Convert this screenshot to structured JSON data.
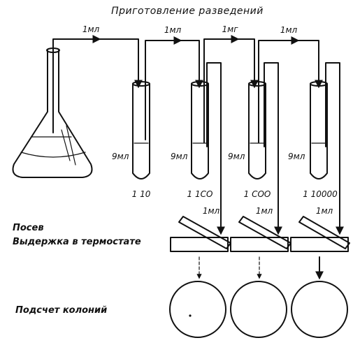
{
  "title": "Приготовление разведений",
  "transfer_labels": [
    "1мл",
    "1мл",
    "1мг",
    "1мл"
  ],
  "tubes": [
    {
      "volume": "9мл",
      "dilution": "1 10"
    },
    {
      "volume": "9мл",
      "dilution": "1 1СО"
    },
    {
      "volume": "9мл",
      "dilution": "1 СОО"
    },
    {
      "volume": "9мл",
      "dilution": "1 10000"
    }
  ],
  "plating_labels": [
    "1мл",
    "1мл",
    "1мл"
  ],
  "steps": {
    "plating": "Посев",
    "incubation": "Выдержка в термостате",
    "counting": "Подсчет колоний"
  }
}
